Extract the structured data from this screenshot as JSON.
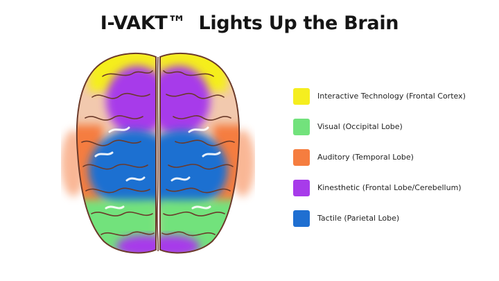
{
  "title": "I-VAKT™  Lights Up the Brain",
  "legend": [
    {
      "label": "Interactive Technology (Frontal Cortex)",
      "color": "#F5EE1F"
    },
    {
      "label": "Visual (Occipital Lobe)",
      "color": "#72E27C"
    },
    {
      "label": "Auditory (Temporal Lobe)",
      "color": "#F57D3F"
    },
    {
      "label": "Kinesthetic (Frontal Lobe/Cerebellum)",
      "color": "#A73BEA"
    },
    {
      "label": "Tactile (Parietal Lobe)",
      "color": "#1F6FD1"
    }
  ]
}
